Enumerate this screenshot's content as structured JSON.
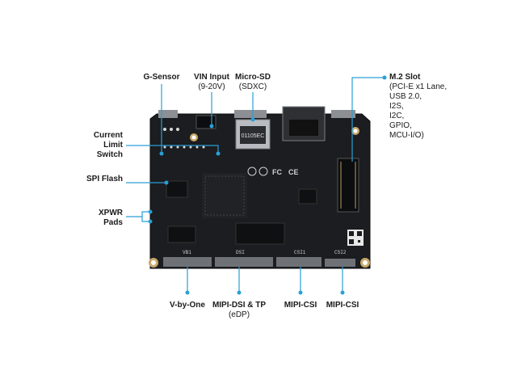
{
  "colors": {
    "accent": "#2a9fd6",
    "pcb": "#1b1d20"
  },
  "labels": {
    "g_sensor": "G-Sensor",
    "vin_title": "VIN Input",
    "vin_sub": "(9-20V)",
    "microsd_title": "Micro-SD",
    "microsd_sub": "(SDXC)",
    "current_limit": "Current Limit Switch",
    "spi_flash": "SPI Flash",
    "xpwr": "XPWR Pads",
    "m2_title": "M.2 Slot",
    "m2_lines": [
      "(PCI-E x1 Lane,",
      "USB 2.0,",
      "I2S,",
      "I2C,",
      "GPIO,",
      "MCU-I/O)"
    ],
    "vbyone": "V-by-One",
    "mipi_dsi_title": "MIPI-DSI & TP",
    "mipi_dsi_sub": "(eDP)",
    "mipi_csi_1": "MIPI-CSI",
    "mipi_csi_2": "MIPI-CSI"
  },
  "board_silkscreen": {
    "sd_marking": "01105EC",
    "vb1": "VB1",
    "dsi": "DSI",
    "csi1": "CSI1",
    "csi2": "CSI2"
  }
}
